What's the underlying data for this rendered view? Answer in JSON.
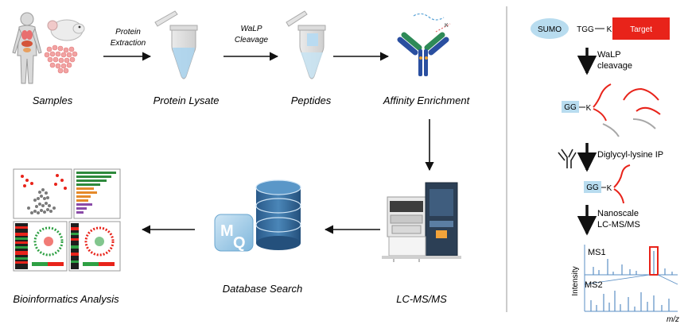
{
  "workflow": {
    "steps": {
      "samples": "Samples",
      "protein_lysate": "Protein Lysate",
      "peptides": "Peptides",
      "affinity_enrichment": "Affinity Enrichment",
      "lc_msms": "LC-MS/MS",
      "database_search": "Database Search",
      "bioinformatics": "Bioinformatics Analysis"
    },
    "arrows": {
      "protein_extraction_line1": "Protein",
      "protein_extraction_line2": "Extraction",
      "walp_cleavage_line1": "WaLP",
      "walp_cleavage_line2": "Cleavage"
    },
    "mq_logo": {
      "letter1": "M",
      "letter2": "Q"
    }
  },
  "side_panel": {
    "construct": {
      "sumo": "SUMO",
      "tgg": "TGG",
      "k": "K",
      "target": "Target"
    },
    "step1_line1": "WaLP",
    "step1_line2": "cleavage",
    "gg_label": "GG",
    "k_label": "K",
    "step2": "Diglycyl-lysine IP",
    "step3_line1": "Nanoscale",
    "step3_line2": "LC-MS/MS",
    "spectrum": {
      "ms1": "MS1",
      "ms2": "MS2",
      "ylabel": "Intensity",
      "xlabel": "m/z"
    }
  },
  "colors": {
    "red": "#e8231a",
    "blue_light": "#b8dcef",
    "gray": "#a7a7a7",
    "divider": "#9a9a9a"
  }
}
